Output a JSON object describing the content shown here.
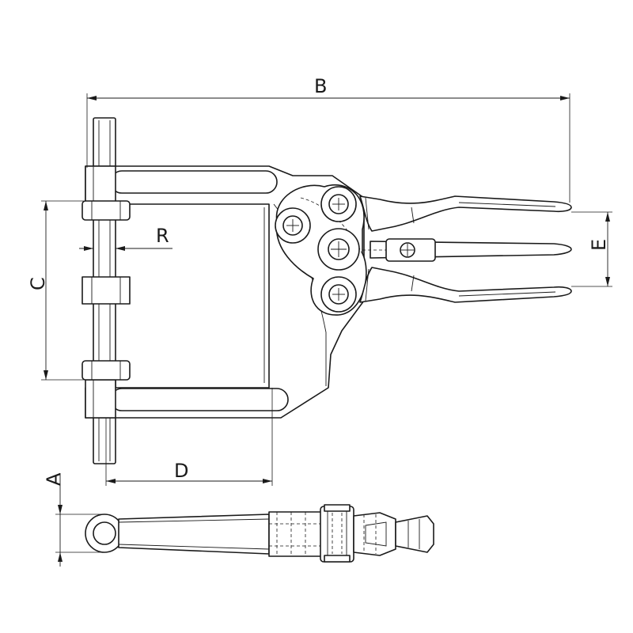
{
  "dimensions": {
    "A": "A",
    "B": "B",
    "C": "C",
    "D": "D",
    "E": "E",
    "R": "R"
  }
}
